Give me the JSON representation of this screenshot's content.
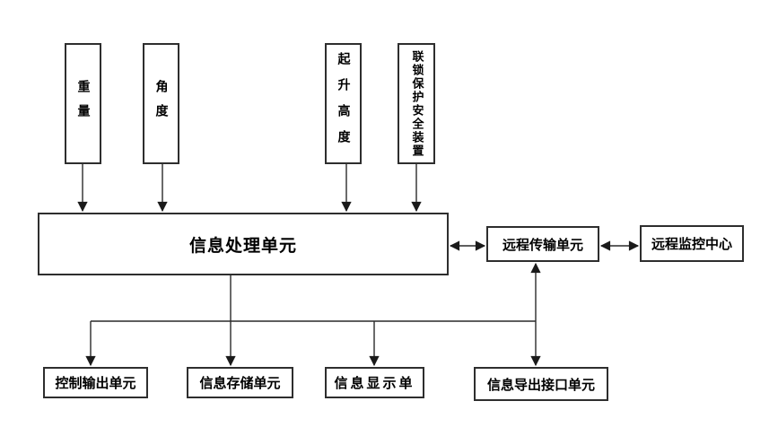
{
  "diagram": {
    "title": "crane-safety-monitoring-system-block-diagram",
    "sensors": [
      {
        "id": "weight",
        "label": "重量"
      },
      {
        "id": "angle",
        "label": "角度"
      },
      {
        "id": "hoisting-height",
        "label": "起升高度"
      },
      {
        "id": "interlock-safety-device",
        "label": "联锁保护安全装置"
      }
    ],
    "processing_unit": {
      "label": "信息处理单元"
    },
    "remote_transmission_unit": {
      "label": "远程传输单元"
    },
    "remote_monitoring_center": {
      "label": "远程监控中心"
    },
    "output_units": [
      {
        "id": "control-output",
        "label": "控制输出单元"
      },
      {
        "id": "info-storage",
        "label": "信息存储单元"
      },
      {
        "id": "info-display",
        "label": "信息显示单"
      },
      {
        "id": "info-export-interface",
        "label": "信息导出接口单元"
      }
    ],
    "colors": {
      "background": "#ffffff",
      "line": "#2a2a2a",
      "box_border": "#2e2e2e",
      "text": "#000000"
    }
  }
}
